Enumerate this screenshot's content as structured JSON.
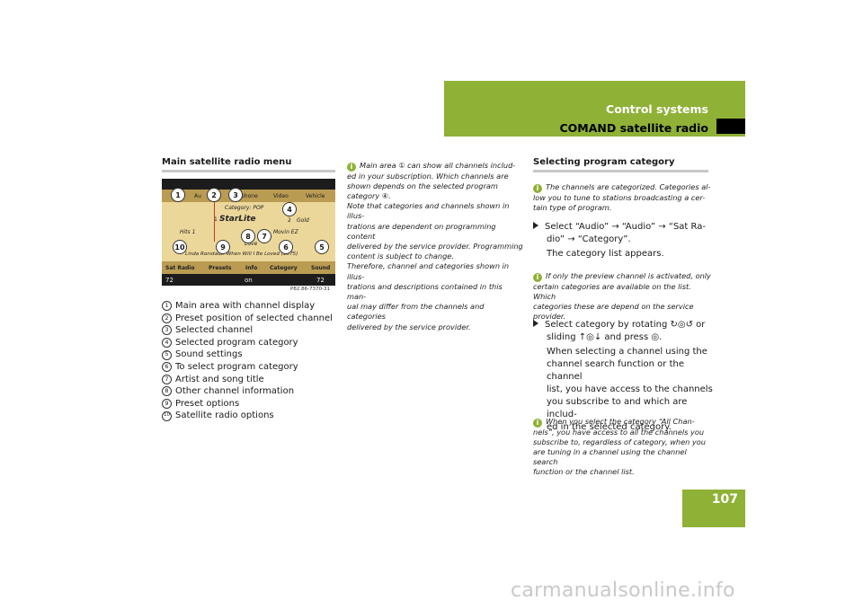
{
  "header": {
    "section": "Control systems",
    "subsection": "COMAND satellite radio",
    "page": "107"
  },
  "watermark": "carmanualsonline.info",
  "colors": {
    "accent": "#8fb136"
  },
  "col1": {
    "heading": "Main satellite radio menu",
    "figure": {
      "caption": "P82.86-7370-31",
      "top_tabs": [
        "Au",
        "phone",
        "Video",
        "Vehicle"
      ],
      "category_line": "Category: POP",
      "preset_num": "1",
      "station_main": "StarLite",
      "right_ch": "2",
      "right_ch_name": "Gold",
      "left_ch": "Hits 1",
      "movin": "Movin EZ",
      "love": "Love",
      "song": "Linda Ronstadt: When Will I Be Loved (1975)",
      "bottom_menu": [
        "Sat Radio",
        "Presets",
        "Info",
        "Category",
        "Sound"
      ],
      "status_left": "72",
      "status_on": "on",
      "status_right": "72",
      "callouts": [
        "1",
        "2",
        "3",
        "4",
        "5",
        "6",
        "7",
        "8",
        "9",
        "10"
      ]
    },
    "items": [
      {
        "n": "1",
        "text": "Main area with channel display"
      },
      {
        "n": "2",
        "text": "Preset position of selected channel"
      },
      {
        "n": "3",
        "text": "Selected channel"
      },
      {
        "n": "4",
        "text": "Selected program category"
      },
      {
        "n": "5",
        "text": "Sound settings"
      },
      {
        "n": "6",
        "text": "To select program category"
      },
      {
        "n": "7",
        "text": "Artist and song title"
      },
      {
        "n": "8",
        "text": "Other channel information"
      },
      {
        "n": "9",
        "text": "Preset options"
      },
      {
        "n": "10",
        "text": "Satellite radio options"
      }
    ]
  },
  "col2": {
    "note_lines": [
      "Main area ① can show all channels includ-",
      "ed in your subscription. Which channels are",
      "shown depends on the selected program",
      "category ④.",
      "Note that categories and channels shown in illus-",
      "trations are dependent on programming content",
      "delivered by the service provider. Programming",
      "content is subject to change.",
      "Therefore, channel and categories shown in illus-",
      "trations and descriptions contained in this man-",
      "ual may differ from the channels and categories",
      "delivered by the service provider."
    ]
  },
  "col3": {
    "heading": "Selecting program category",
    "note1": [
      "The channels are categorized. Categories al-",
      "low you to tune to stations broadcasting a cer-",
      "tain type of program."
    ],
    "step1": [
      "Select “Audio” → “Audio” → “Sat Ra-",
      "dio” → “Category”."
    ],
    "step1_result": "The category list appears.",
    "note2": [
      "If only the preview channel is activated, only",
      "certain categories are available on the list. Which",
      "categories these are depend on the service",
      "provider."
    ],
    "step2": [
      "Select category by rotating ↻◎↺ or",
      "sliding ↑◎↓ and press ◎."
    ],
    "step2_result": [
      "When selecting a channel using the",
      "channel search function or the channel",
      "list, you have access to the channels",
      "you subscribe to and which are includ-",
      "ed in the selected category."
    ],
    "note3": [
      "When you select the category “All Chan-",
      "nels”, you have access to all the channels you",
      "subscribe to, regardless of category, when you",
      "are tuning in a channel using the channel search",
      "function or the channel list."
    ]
  }
}
